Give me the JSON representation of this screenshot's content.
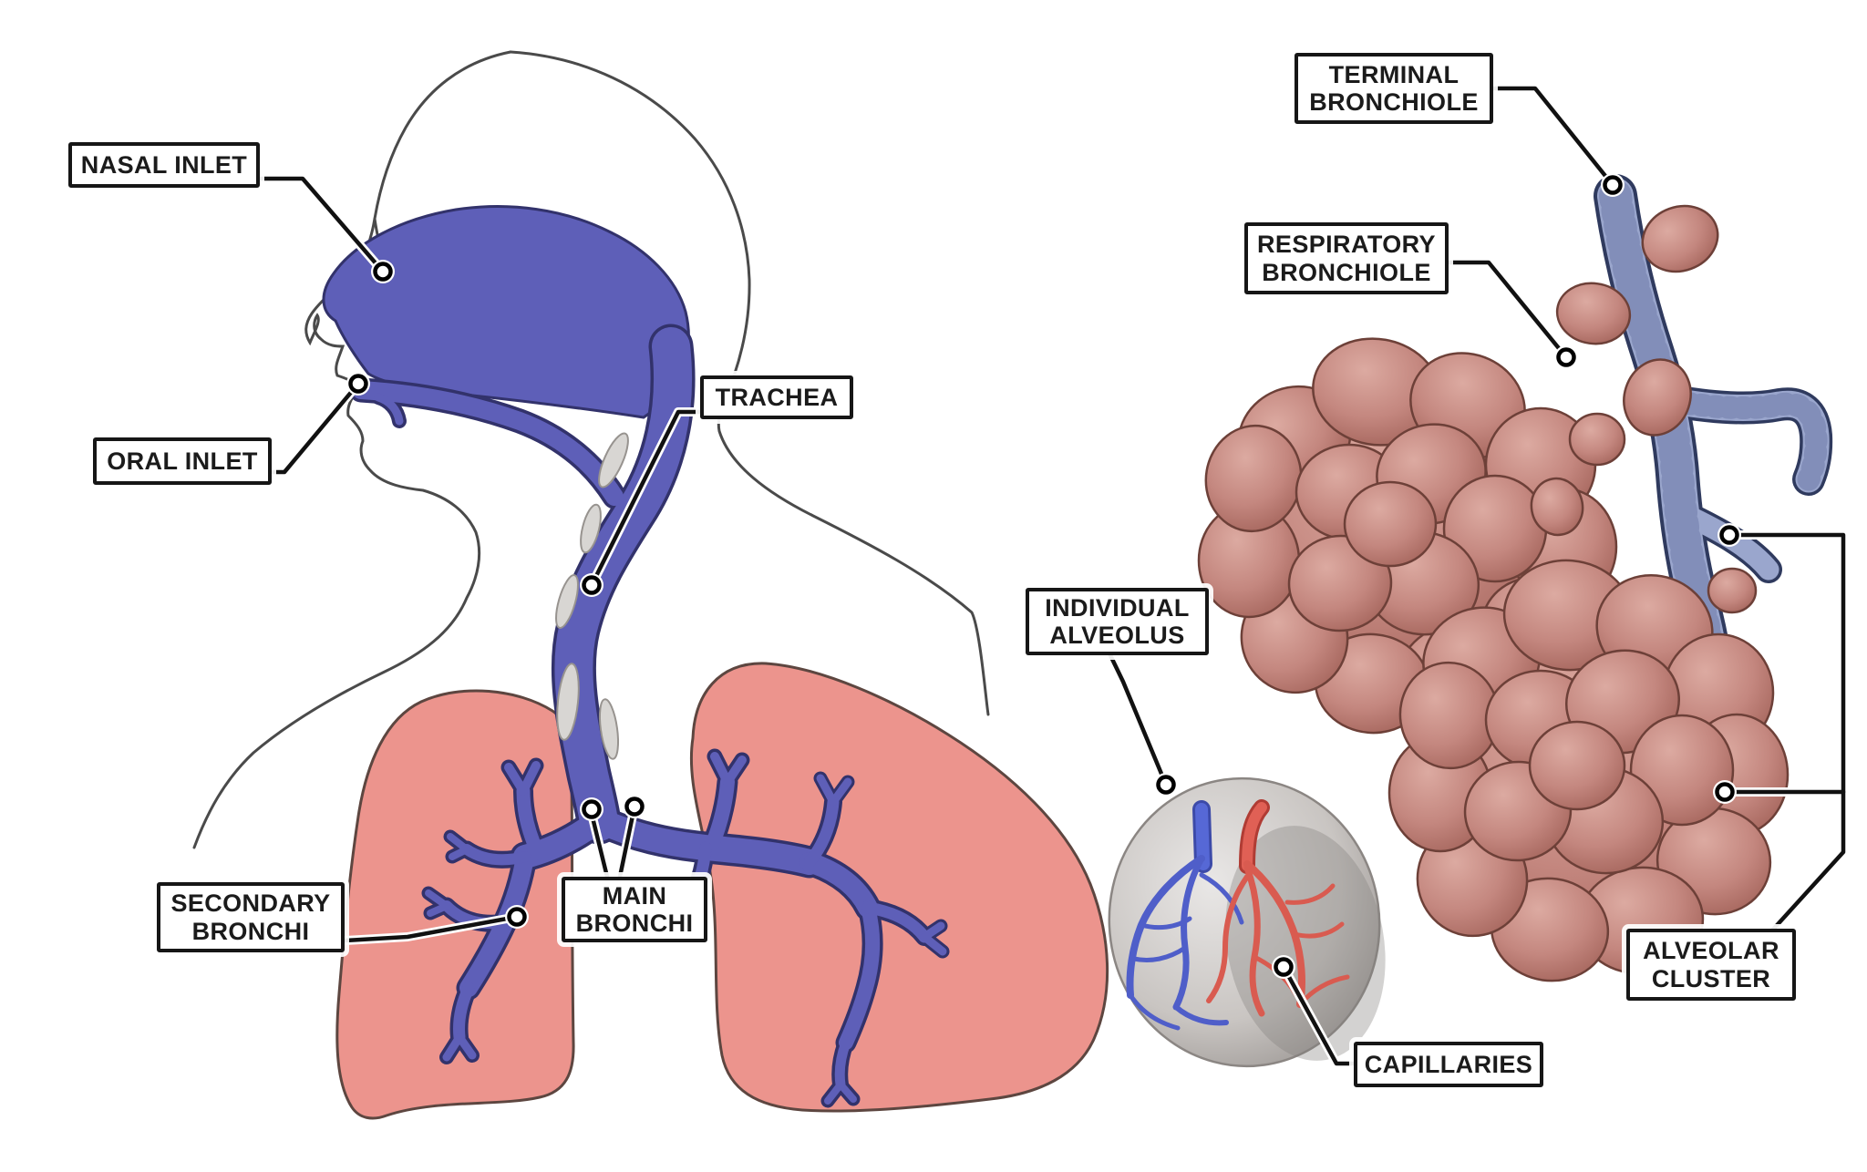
{
  "labels": {
    "nasal_inlet": "NASAL INLET",
    "oral_inlet": "ORAL INLET",
    "trachea": "TRACHEA",
    "secondary_bronchi": "SECONDARY BRONCHI",
    "main_bronchi": "MAIN BRONCHI",
    "terminal_bronchiole": "TERMINAL BRONCHIOLE",
    "respiratory_bronchiole": "RESPIRATORY BRONCHIOLE",
    "individual_alveolus": "INDIVIDUAL ALVEOLUS",
    "alveolar_cluster": "ALVEOLAR CLUSTER",
    "capillaries": "CAPILLARIES"
  },
  "colors": {
    "airway_blue": "#5e5fb8",
    "airway_outline": "#32326b",
    "lung_pink": "#ec948d",
    "lung_outline": "#5d4640",
    "alveoli_rose": "#c4877f",
    "alveoli_outline": "#6d4038",
    "bronchiole_blue_gray": "#9aa6cd",
    "bronchiole_outline": "#2f3a5e",
    "alveolus_gray": "#d6d3d2",
    "capillary_blue": "#4f5ec9",
    "capillary_red": "#d95b50",
    "body_outline": "#4a4a4a",
    "leader_black": "#111111",
    "label_background": "#ffffff"
  }
}
